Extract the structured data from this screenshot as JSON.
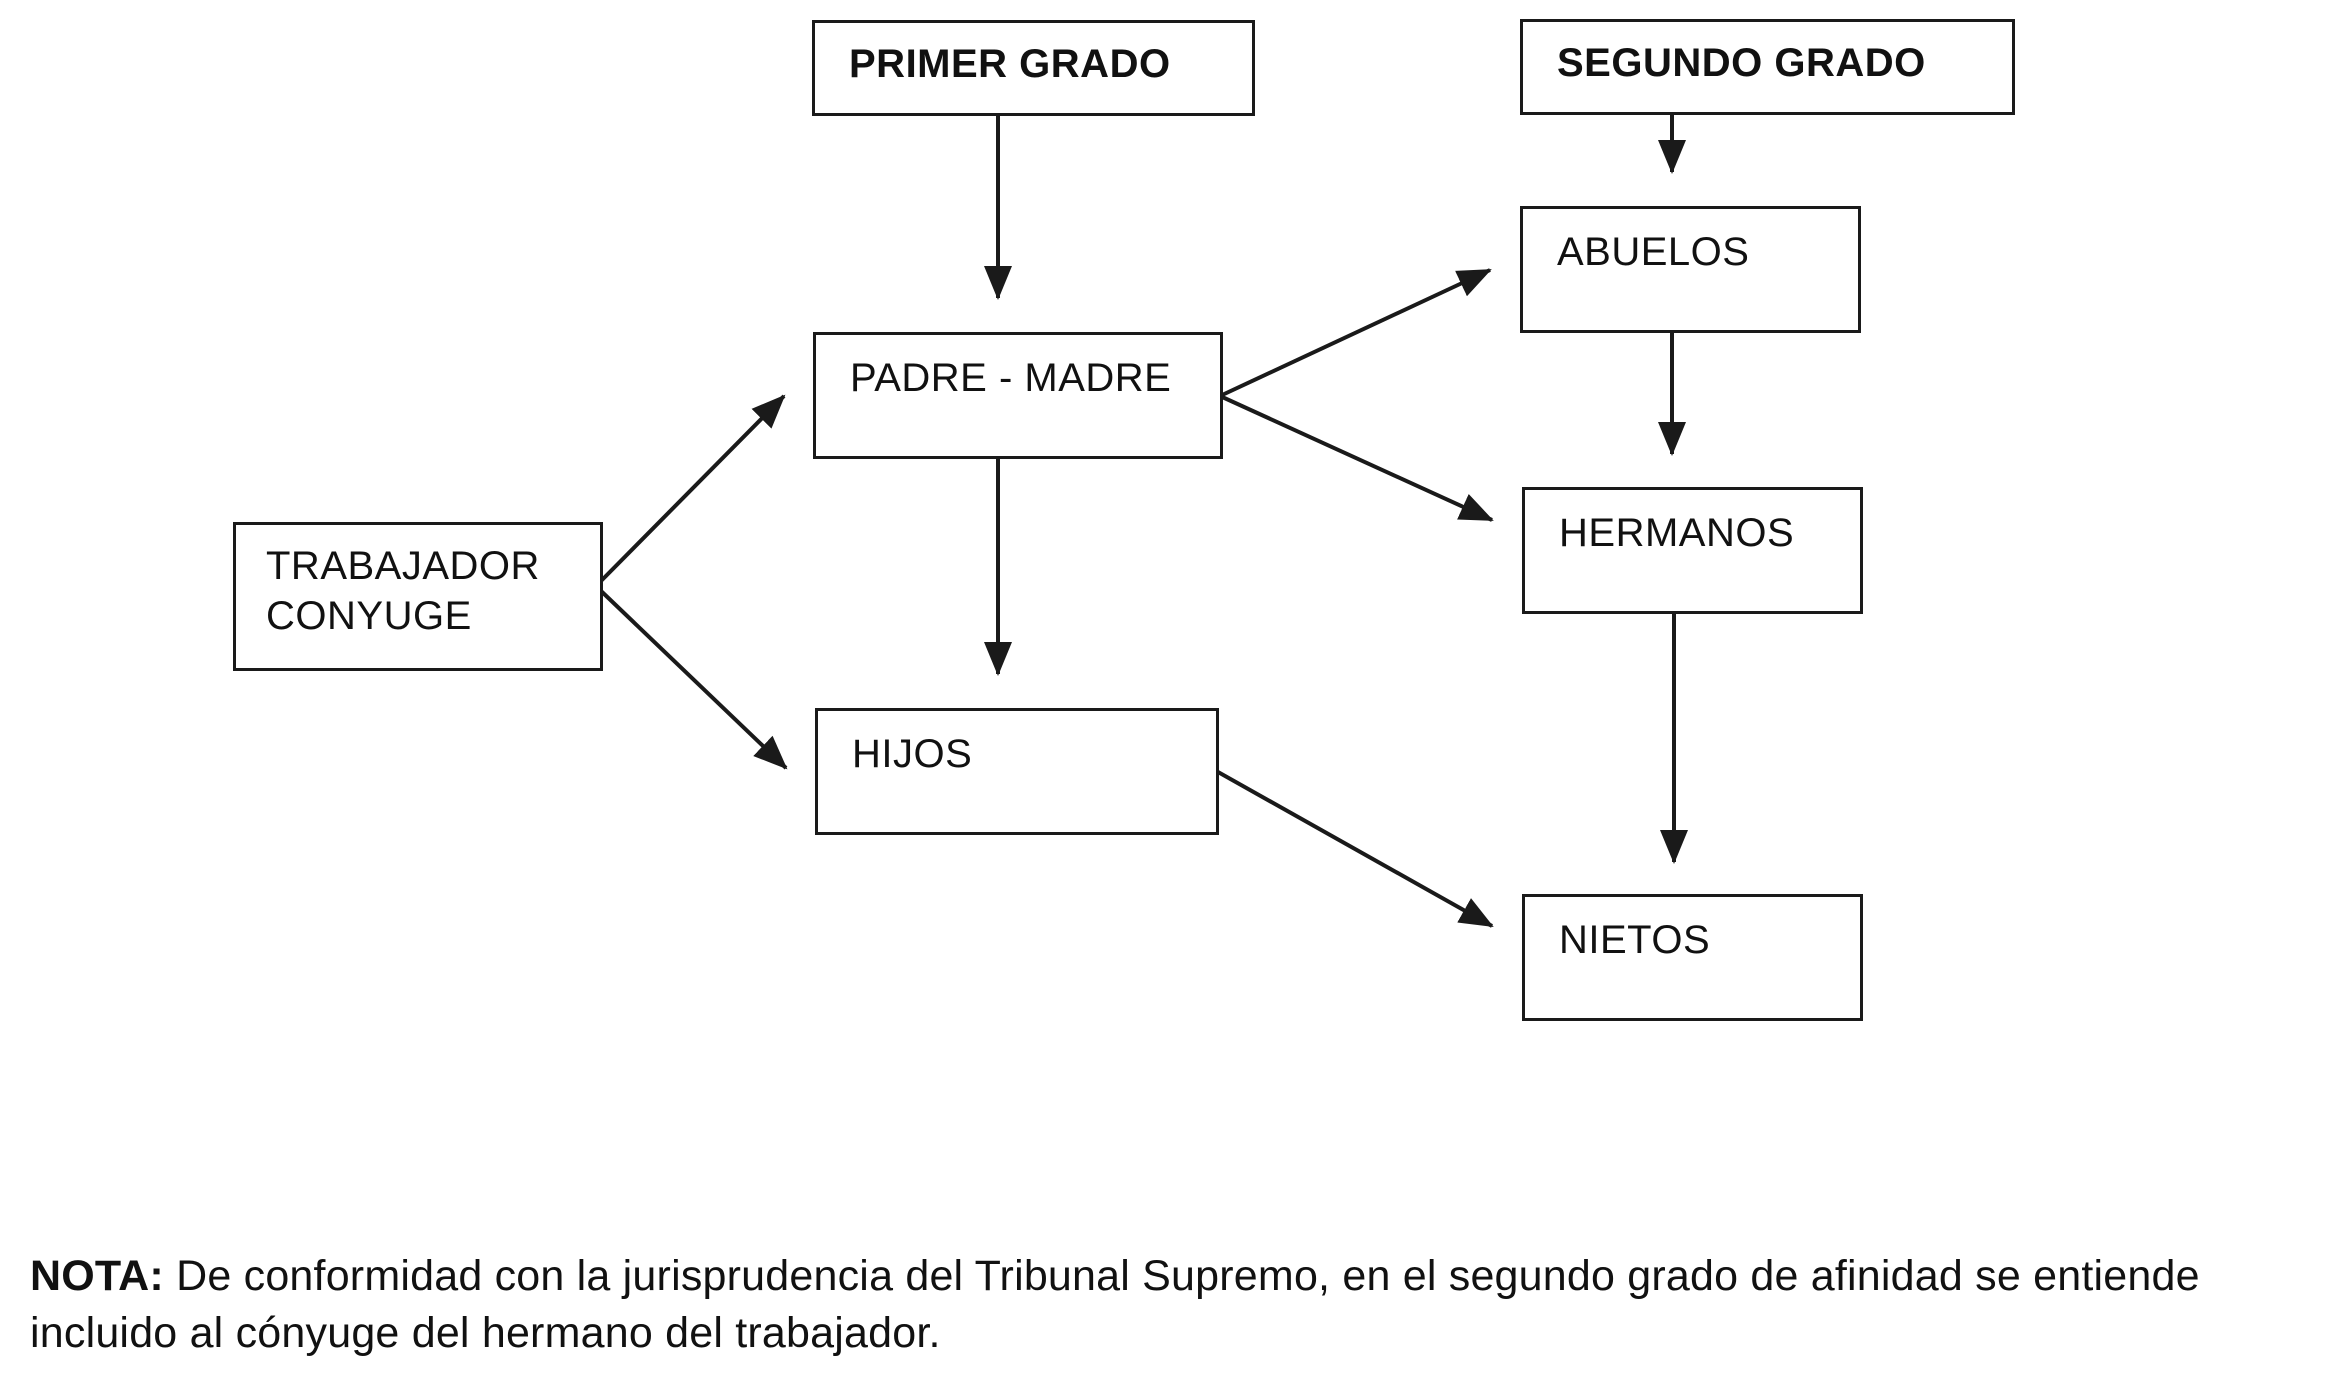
{
  "diagram": {
    "nodes": {
      "primer_grado": "PRIMER GRADO",
      "segundo_grado": "SEGUNDO GRADO",
      "padre_madre": "PADRE - MADRE",
      "abuelos": "ABUELOS",
      "trabajador_conyuge": "TRABAJADOR\nCONYUGE",
      "hermanos": "HERMANOS",
      "hijos": "HIJOS",
      "nietos": "NIETOS"
    },
    "edges": [
      {
        "from": "primer_grado",
        "to": "padre_madre"
      },
      {
        "from": "segundo_grado",
        "to": "abuelos"
      },
      {
        "from": "trabajador_conyuge",
        "to": "padre_madre"
      },
      {
        "from": "trabajador_conyuge",
        "to": "hijos"
      },
      {
        "from": "padre_madre",
        "to": "hijos"
      },
      {
        "from": "padre_madre",
        "to": "abuelos"
      },
      {
        "from": "padre_madre",
        "to": "hermanos"
      },
      {
        "from": "abuelos",
        "to": "hermanos"
      },
      {
        "from": "hermanos",
        "to": "nietos"
      },
      {
        "from": "hijos",
        "to": "nietos"
      }
    ]
  },
  "note": {
    "label": "NOTA:",
    "text": " De conformidad con la jurisprudencia del Tribunal Supremo, en el segundo grado de afinidad se entiende incluido al cónyuge del hermano del trabajador."
  }
}
